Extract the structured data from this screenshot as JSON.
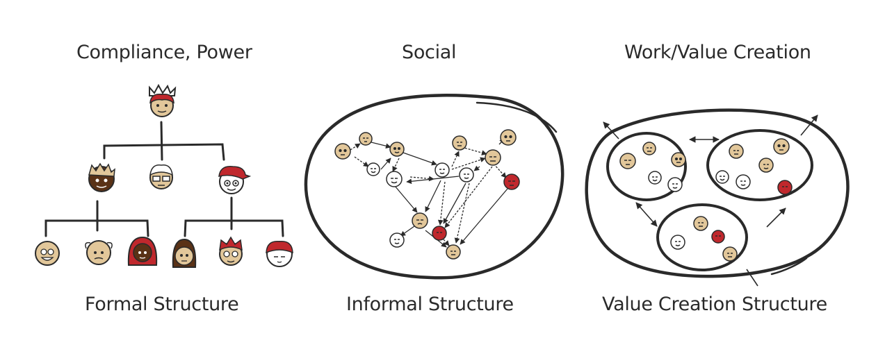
{
  "panels": [
    {
      "id": "formal",
      "heading": "Compliance, Power",
      "caption": "Formal Structure"
    },
    {
      "id": "informal",
      "heading": "Social",
      "caption": "Informal Structure"
    },
    {
      "id": "value",
      "heading": "Work/Value Creation",
      "caption": "Value Creation Structure"
    }
  ],
  "colors": {
    "ink": "#2a2a2a",
    "skin": "#e2c79a",
    "skin_dark": "#5a3216",
    "red": "#c0282d",
    "white_face": "#ffffff"
  }
}
